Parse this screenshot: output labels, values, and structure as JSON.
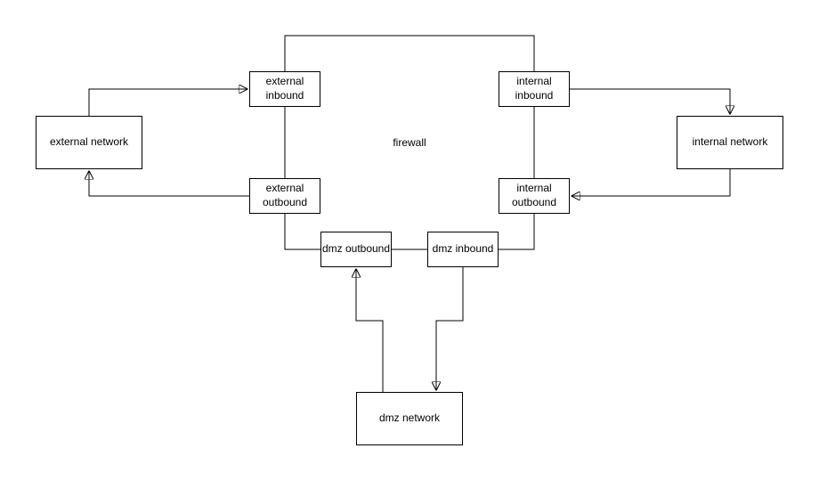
{
  "diagram": {
    "type": "network-firewall-diagram",
    "nodes": {
      "firewall": "firewall",
      "external_network": "external network",
      "internal_network": "internal network",
      "dmz_network": "dmz network",
      "external_inbound": "external inbound",
      "external_outbound": "external outbound",
      "internal_inbound": "internal inbound",
      "internal_outbound": "internal outbound",
      "dmz_outbound": "dmz outbound",
      "dmz_inbound": "dmz inbound"
    },
    "edges": [
      {
        "from": "external network",
        "to": "external inbound",
        "type": "arrow"
      },
      {
        "from": "external outbound",
        "to": "external network",
        "type": "arrow"
      },
      {
        "from": "internal inbound",
        "to": "internal network",
        "type": "arrow"
      },
      {
        "from": "internal network",
        "to": "internal outbound",
        "type": "arrow"
      },
      {
        "from": "dmz network",
        "to": "dmz outbound",
        "type": "arrow"
      },
      {
        "from": "dmz inbound",
        "to": "dmz network",
        "type": "arrow"
      },
      {
        "from": "external inbound",
        "to": "internal inbound",
        "type": "line"
      },
      {
        "from": "external inbound",
        "to": "external outbound",
        "type": "line"
      },
      {
        "from": "internal inbound",
        "to": "internal outbound",
        "type": "line"
      },
      {
        "from": "external outbound",
        "to": "dmz outbound",
        "type": "line"
      },
      {
        "from": "internal outbound",
        "to": "dmz inbound",
        "type": "line"
      },
      {
        "from": "dmz outbound",
        "to": "dmz inbound",
        "type": "line"
      }
    ],
    "colors": {
      "stroke": "#000000",
      "node_fill": "#ffffff",
      "text": "#000000",
      "background": "#ffffff"
    }
  }
}
